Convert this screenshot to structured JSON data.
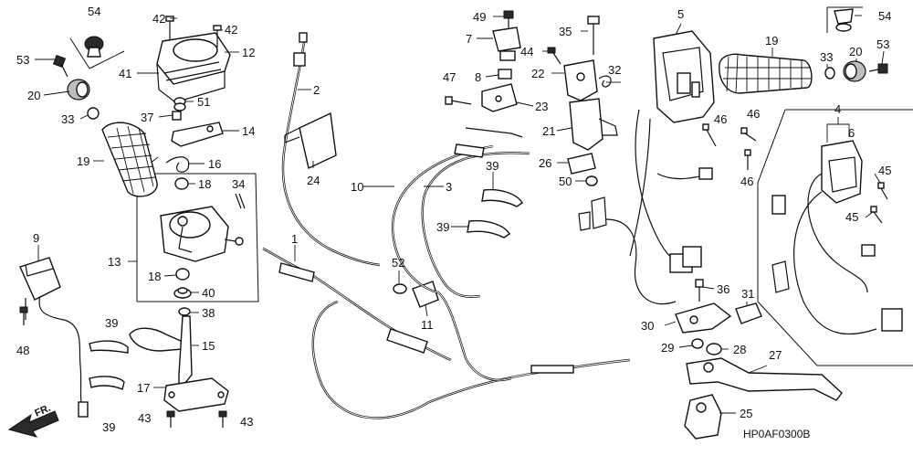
{
  "diagram": {
    "code": "HP0AF0300B",
    "direction": "FR.",
    "callouts": [
      {
        "id": "c54a",
        "text": "54"
      },
      {
        "id": "c42a",
        "text": "42"
      },
      {
        "id": "c42b",
        "text": "42"
      },
      {
        "id": "c12",
        "text": "12"
      },
      {
        "id": "c53a",
        "text": "53"
      },
      {
        "id": "c41",
        "text": "41"
      },
      {
        "id": "c20a",
        "text": "20"
      },
      {
        "id": "c51",
        "text": "51"
      },
      {
        "id": "c33a",
        "text": "33"
      },
      {
        "id": "c37",
        "text": "37"
      },
      {
        "id": "c14",
        "text": "14"
      },
      {
        "id": "c19a",
        "text": "19"
      },
      {
        "id": "c16",
        "text": "16"
      },
      {
        "id": "c18a",
        "text": "18"
      },
      {
        "id": "c34",
        "text": "34"
      },
      {
        "id": "c13",
        "text": "13"
      },
      {
        "id": "c18b",
        "text": "18"
      },
      {
        "id": "c40",
        "text": "40"
      },
      {
        "id": "c38",
        "text": "38"
      },
      {
        "id": "c9",
        "text": "9"
      },
      {
        "id": "c48",
        "text": "48"
      },
      {
        "id": "c39a",
        "text": "39"
      },
      {
        "id": "c15",
        "text": "15"
      },
      {
        "id": "c17",
        "text": "17"
      },
      {
        "id": "c43a",
        "text": "43"
      },
      {
        "id": "c43b",
        "text": "43"
      },
      {
        "id": "c39b",
        "text": "39"
      },
      {
        "id": "c2",
        "text": "2"
      },
      {
        "id": "c24",
        "text": "24"
      },
      {
        "id": "c1",
        "text": "1"
      },
      {
        "id": "c52",
        "text": "52"
      },
      {
        "id": "c10",
        "text": "10"
      },
      {
        "id": "c3",
        "text": "3"
      },
      {
        "id": "c11",
        "text": "11"
      },
      {
        "id": "c39c",
        "text": "39"
      },
      {
        "id": "c39d",
        "text": "39"
      },
      {
        "id": "c49",
        "text": "49"
      },
      {
        "id": "c7",
        "text": "7"
      },
      {
        "id": "c8",
        "text": "8"
      },
      {
        "id": "c47",
        "text": "47"
      },
      {
        "id": "c23",
        "text": "23"
      },
      {
        "id": "c35",
        "text": "35"
      },
      {
        "id": "c44",
        "text": "44"
      },
      {
        "id": "c22",
        "text": "22"
      },
      {
        "id": "c32",
        "text": "32"
      },
      {
        "id": "c21",
        "text": "21"
      },
      {
        "id": "c26",
        "text": "26"
      },
      {
        "id": "c50",
        "text": "50"
      },
      {
        "id": "c5",
        "text": "5"
      },
      {
        "id": "c19b",
        "text": "19"
      },
      {
        "id": "c33b",
        "text": "33"
      },
      {
        "id": "c20b",
        "text": "20"
      },
      {
        "id": "c53b",
        "text": "53"
      },
      {
        "id": "c54b",
        "text": "54"
      },
      {
        "id": "c46a",
        "text": "46"
      },
      {
        "id": "c46b",
        "text": "46"
      },
      {
        "id": "c46c",
        "text": "46"
      },
      {
        "id": "c4",
        "text": "4"
      },
      {
        "id": "c6",
        "text": "6"
      },
      {
        "id": "c45a",
        "text": "45"
      },
      {
        "id": "c45b",
        "text": "45"
      },
      {
        "id": "c36",
        "text": "36"
      },
      {
        "id": "c31",
        "text": "31"
      },
      {
        "id": "c30",
        "text": "30"
      },
      {
        "id": "c29",
        "text": "29"
      },
      {
        "id": "c28",
        "text": "28"
      },
      {
        "id": "c27",
        "text": "27"
      },
      {
        "id": "c25",
        "text": "25"
      }
    ]
  }
}
